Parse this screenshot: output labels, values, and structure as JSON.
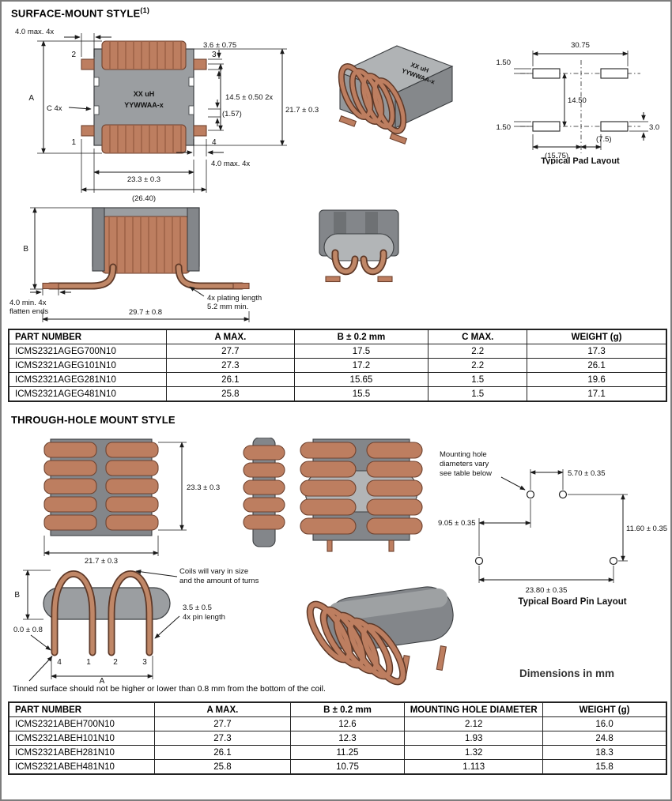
{
  "page": {
    "smd_title": "SURFACE-MOUNT STYLE",
    "smd_title_note": "(1)",
    "tht_title": "THROUGH-HOLE MOUNT STYLE",
    "dimensions_note": "Dimensions in mm",
    "footnote": "Tinned surface should not be higher or lower than 0.8 mm from the bottom of the coil."
  },
  "smd_top_view": {
    "pad_length_top": "4.0 max. 4x",
    "pad_height": "3.6 ± 0.75",
    "pad_pitch": "14.5 ± 0.50 2x",
    "body_height": "21.7 ± 0.3",
    "ref_157": "(1.57)",
    "body_width": "23.3 ± 0.3",
    "overall_width_ref": "(26.40)",
    "pad_length_bottom": "4.0 max. 4x",
    "dim_a": "A",
    "dim_c": "C 4x",
    "marking1": "XX uH",
    "marking2": "YYWWAA-x",
    "pin1": "1",
    "pin2": "2",
    "pin3": "3",
    "pin4": "4"
  },
  "smd_3d": {
    "marking1": "XX uH",
    "marking2": "YYWWAA-x"
  },
  "pad_layout": {
    "offset_top": "1.50",
    "span": "30.75",
    "row_pitch": "14.50",
    "pad_height": "3.0",
    "offset_bottom": "1.50",
    "ref_left": "(15.75)",
    "ref_right": "(7.5)",
    "caption": "Typical Pad Layout"
  },
  "smd_front_view": {
    "dim_b": "B",
    "flatten_note1": "4.0 min. 4x",
    "flatten_note2": "flatten ends",
    "overall_width": "29.7 ± 0.8",
    "plating_note1": "4x plating length",
    "plating_note2": "5.2 mm min."
  },
  "smd_table": {
    "headers": [
      "PART NUMBER",
      "A MAX.",
      "B ± 0.2 mm",
      "C MAX.",
      "WEIGHT (g)"
    ],
    "rows": [
      [
        "ICMS2321AGEG700N10",
        "27.7",
        "17.5",
        "2.2",
        "17.3"
      ],
      [
        "ICMS2321AGEG101N10",
        "27.3",
        "17.2",
        "2.2",
        "26.1"
      ],
      [
        "ICMS2321AGEG281N10",
        "26.1",
        "15.65",
        "1.5",
        "19.6"
      ],
      [
        "ICMS2321AGEG481N10",
        "25.8",
        "15.5",
        "1.5",
        "17.1"
      ]
    ]
  },
  "tht_front_view": {
    "coil_height": "23.3 ± 0.3",
    "coil_width": "21.7 ± 0.3"
  },
  "pin_layout": {
    "note1": "Mounting hole",
    "note2": "diameters vary",
    "note3": "see table below",
    "top_pitch": "5.70 ± 0.35",
    "offset_x": "9.05 ± 0.35",
    "row_pitch": "11.60 ± 0.35",
    "bottom_pitch": "23.80 ± 0.35",
    "caption": "Typical Board Pin Layout"
  },
  "tht_drawing": {
    "coil_note1": "Coils will vary in size",
    "coil_note2": "and the amount of turns",
    "dim_b": "B",
    "seating": "0.0 ± 0.8",
    "pin_length1": "3.5 ± 0.5",
    "pin_length2": "4x pin length",
    "pin4": "4",
    "pin1": "1",
    "pin2": "2",
    "pin3": "3",
    "dim_a": "A"
  },
  "tht_table": {
    "headers": [
      "PART NUMBER",
      "A MAX.",
      "B ± 0.2 mm",
      "MOUNTING HOLE DIAMETER",
      "WEIGHT (g)"
    ],
    "rows": [
      [
        "ICMS2321ABEH700N10",
        "27.7",
        "12.6",
        "2.12",
        "16.0"
      ],
      [
        "ICMS2321ABEH101N10",
        "27.3",
        "12.3",
        "1.93",
        "24.8"
      ],
      [
        "ICMS2321ABEH281N10",
        "26.1",
        "11.25",
        "1.32",
        "18.3"
      ],
      [
        "ICMS2321ABEH481N10",
        "25.8",
        "10.75",
        "1.113",
        "15.8"
      ]
    ]
  }
}
